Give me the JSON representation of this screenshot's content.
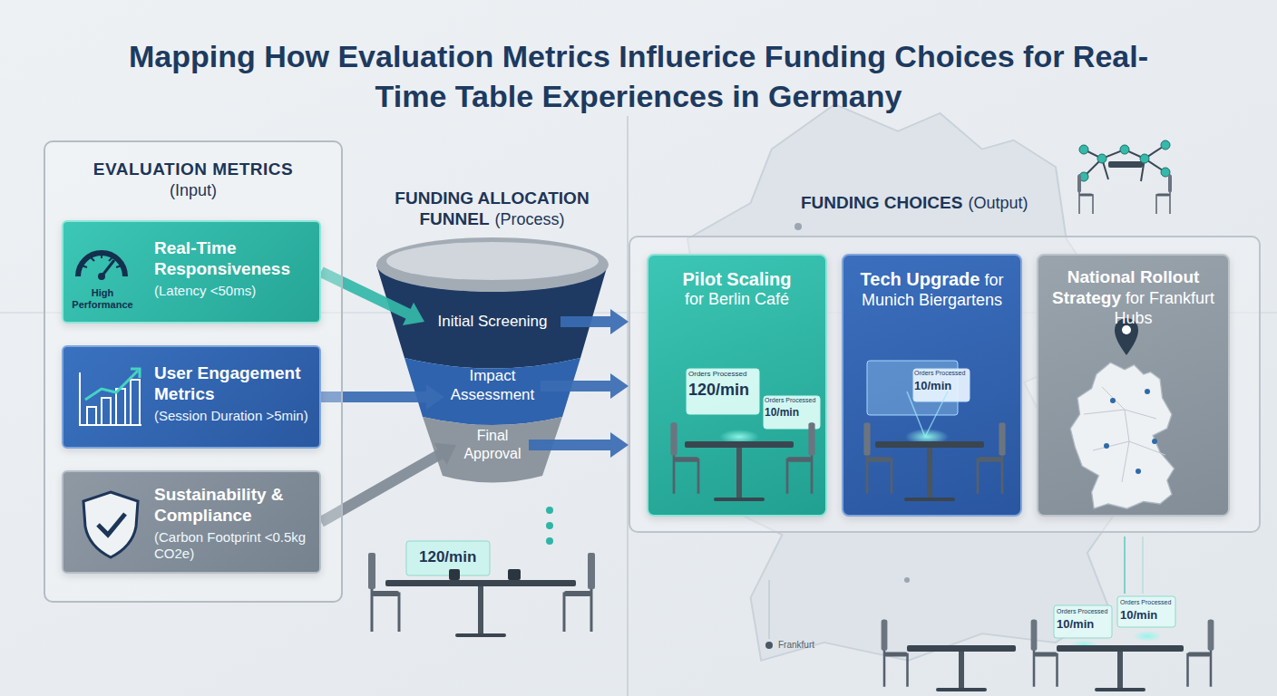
{
  "diagram": {
    "title": "Mapping How Evaluation Metrics Influerice Funding Choices for Real-Time Table Experiences in Germany",
    "nodes": [
      {
        "text": [
          "EVALUATION METRICS",
          "(Input)"
        ]
      },
      {
        "text": [
          "High Performance",
          "Real-Time Responsiveness",
          "(Latency <50ms)"
        ],
        "in": 0
      },
      {
        "text": [
          "User Engagement Metrics",
          "(Session Duration >5min)"
        ],
        "in": 0
      },
      {
        "text": [
          "Sustainability & Compliance",
          "(Carbon Footprint <0.5kg CO2e)"
        ],
        "in": 0
      },
      {
        "text": [
          "FUNDING ALLOCATION FUNNEL",
          "(Process)"
        ]
      },
      {
        "text": [
          "Initial Screening"
        ],
        "in": 4
      },
      {
        "text": [
          "Impact Assessment"
        ],
        "in": 4
      },
      {
        "text": [
          "Final Approval"
        ],
        "in": 4
      },
      {
        "text": [
          "FUNDING CHOICES",
          "(Output)"
        ]
      },
      {
        "text": [
          "Pilot Scaling",
          "for Berlin Café"
        ],
        "in": 8
      },
      {
        "text": [
          "Tech Upgrade",
          "for Munich Biergartens"
        ],
        "in": 8
      },
      {
        "text": [
          "National Rollout Strategy",
          "for Frankfurt Hubs"
        ],
        "in": 8
      }
    ],
    "edges": [
      {
        "from": 1,
        "to": 5,
        "arrow": "to"
      },
      {
        "from": 2,
        "to": 6,
        "arrow": "to"
      },
      {
        "from": 3,
        "to": 7,
        "arrow": "to"
      },
      {
        "from": 5,
        "to": 8,
        "arrow": "to"
      },
      {
        "from": 6,
        "to": 8,
        "arrow": "to"
      },
      {
        "from": 7,
        "to": 8,
        "arrow": "to"
      }
    ],
    "labels": [
      "Orders Processed",
      "120/min",
      "Orders Processed",
      "10/min",
      "Orders Processed",
      "10/min",
      "120/min",
      "Orders Processed",
      "10/min",
      "Orders Processed",
      "10/min",
      "Frankfurt"
    ]
  }
}
